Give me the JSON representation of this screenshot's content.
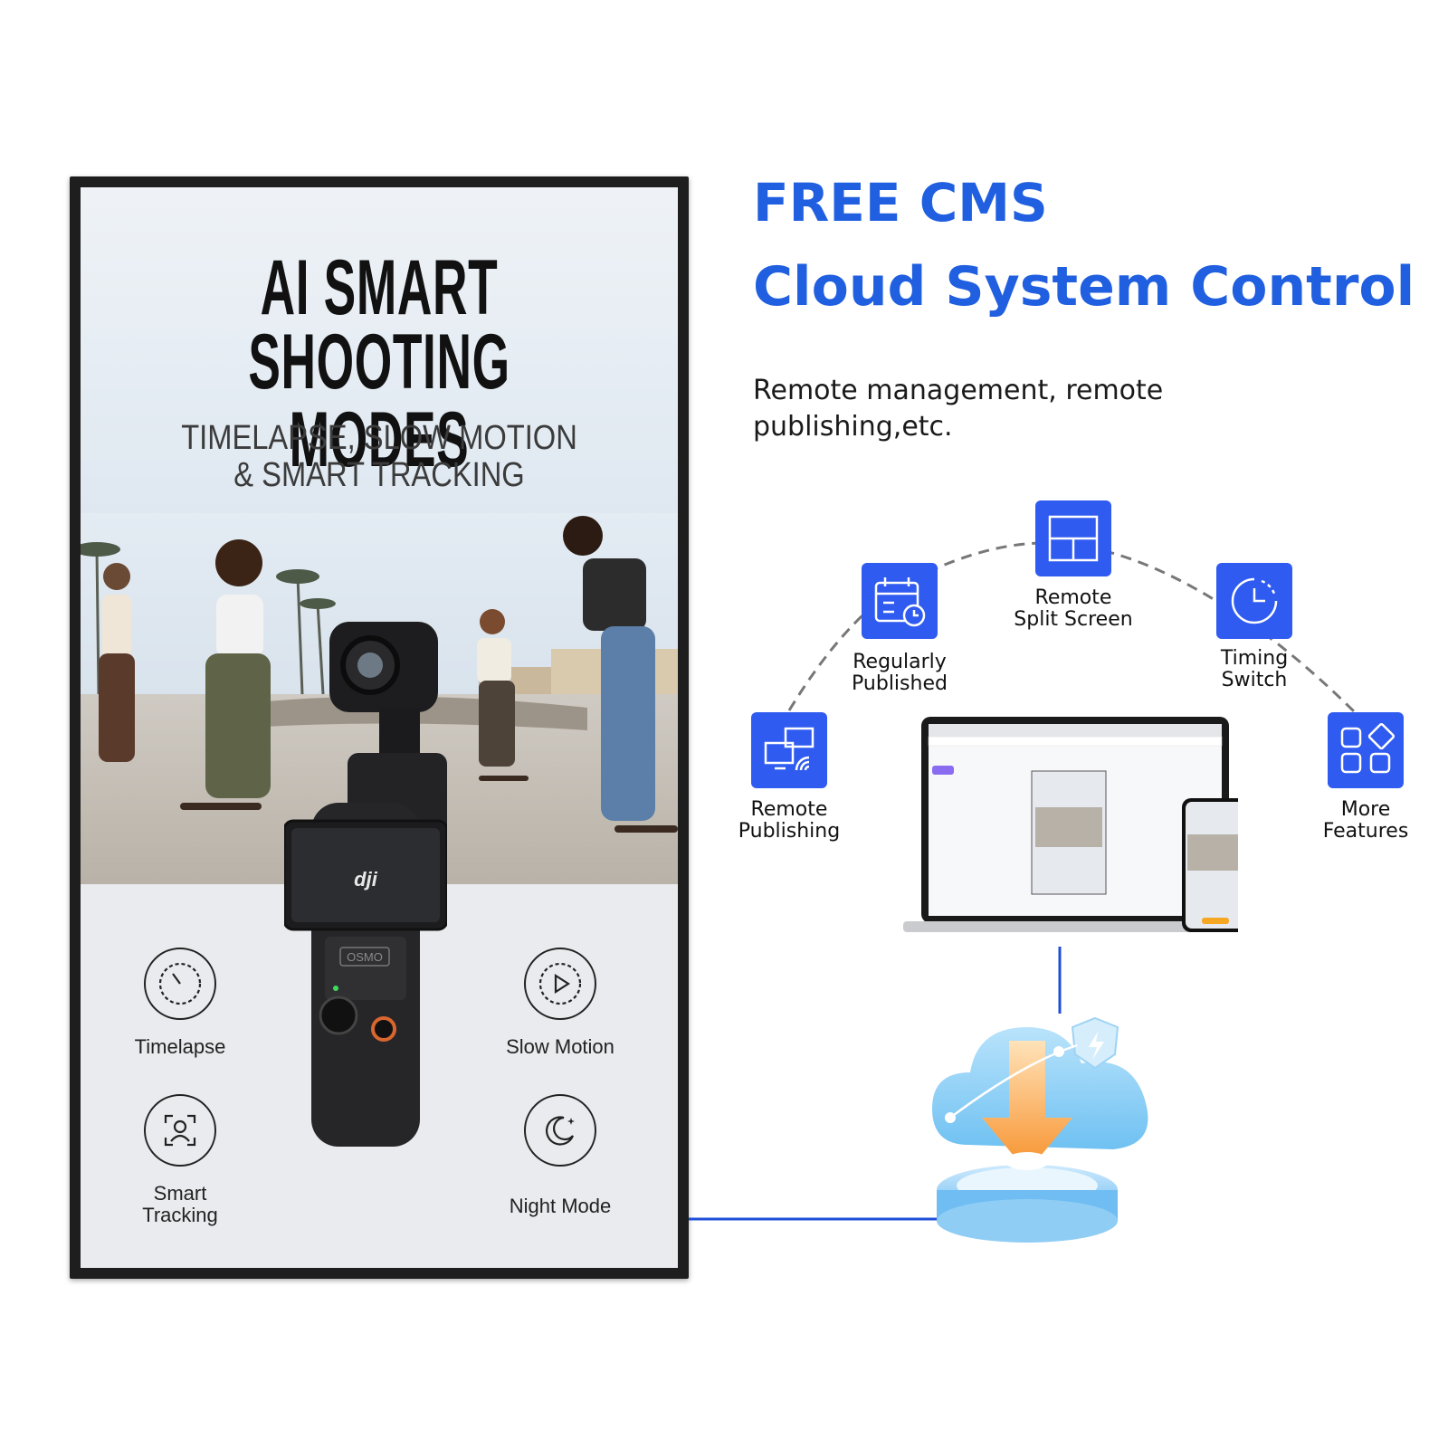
{
  "poster": {
    "title_line1": "AI SMART",
    "title_line2": "SHOOTING MODES",
    "subtitle_line1": "TIMELAPSE, SLOW MOTION",
    "subtitle_line2": "& SMART TRACKING",
    "camera_brand": "dji",
    "camera_model": "OSMO",
    "features": [
      {
        "label": "Timelapse",
        "icon": "stopwatch-icon"
      },
      {
        "label": "Slow Motion",
        "icon": "play-circle-icon"
      },
      {
        "label_line1": "Smart",
        "label_line2": "Tracking",
        "icon": "face-tracking-icon"
      },
      {
        "label": "Night Mode",
        "icon": "moon-stars-icon"
      }
    ]
  },
  "cms": {
    "heading_line1": "FREE CMS",
    "heading_line2": "Cloud System Control",
    "description_line1": "Remote management, remote",
    "description_line2": "publishing,etc.",
    "accent_color": "#2f5bf0",
    "nodes": [
      {
        "line1": "Remote",
        "line2": "Publishing",
        "icon": "screens-wifi-icon"
      },
      {
        "line1": "Regularly",
        "line2": "Published",
        "icon": "calendar-clock-icon"
      },
      {
        "line1": "Remote",
        "line2": "Split Screen",
        "icon": "split-screen-icon"
      },
      {
        "line1": "Timing",
        "line2": "Switch",
        "icon": "timer-icon"
      },
      {
        "line1": "More",
        "line2": "Features",
        "icon": "grid-shapes-icon"
      }
    ]
  }
}
